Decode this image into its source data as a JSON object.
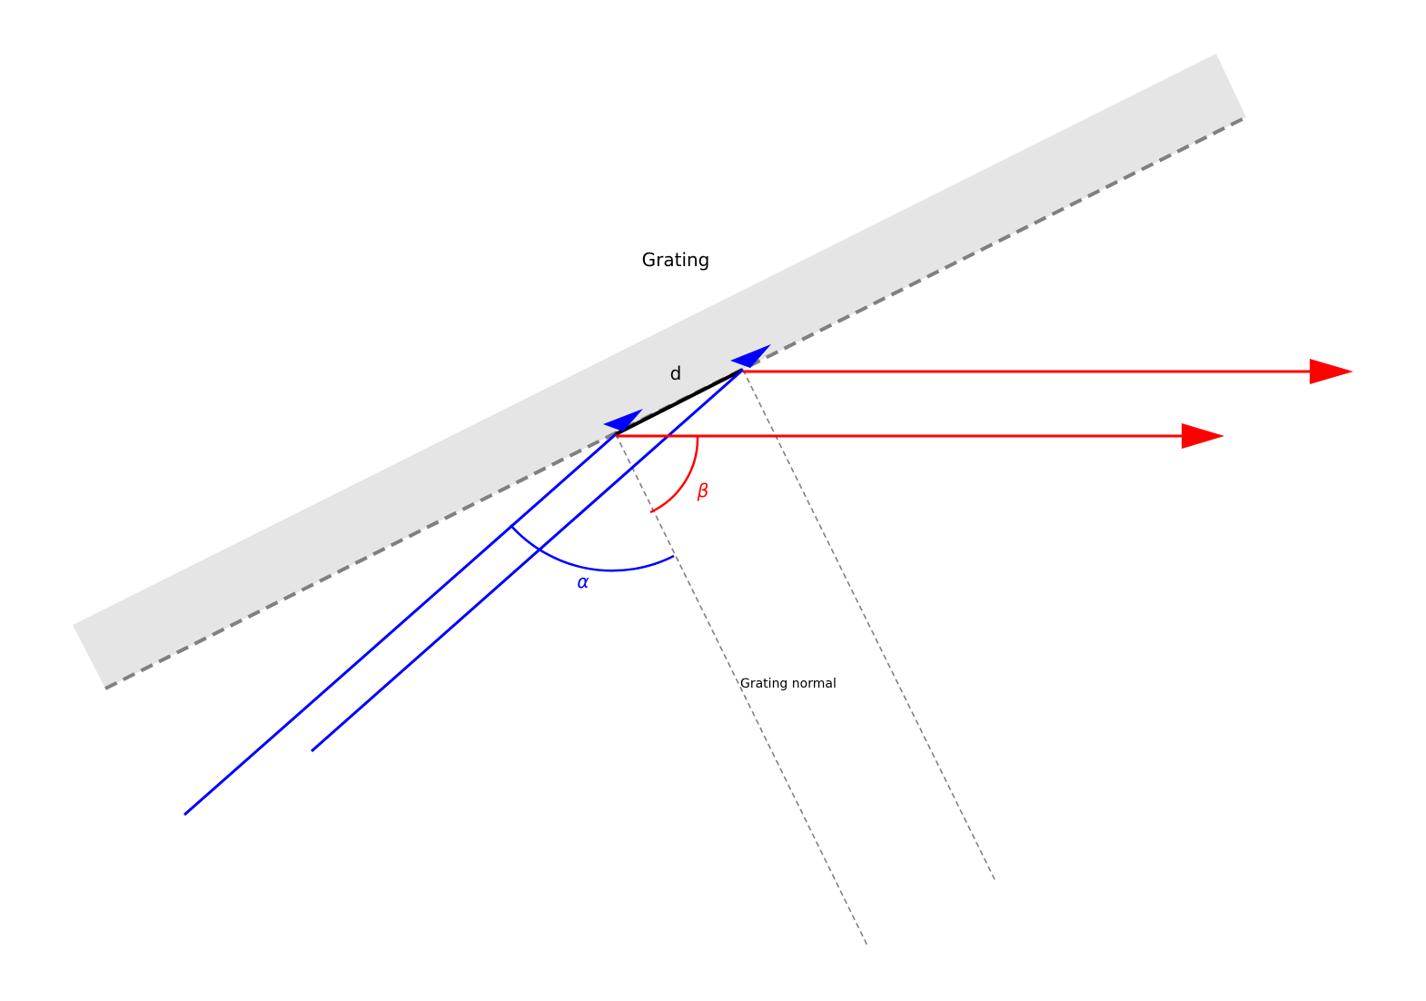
{
  "labels": {
    "grating": "Grating",
    "spacing": "d",
    "normal": "Grating normal",
    "alpha": "α",
    "beta": "β"
  },
  "colors": {
    "grating_fill": "#e5e5e5",
    "grating_surface": "#808080",
    "incident": "#0000ff",
    "diffracted": "#ff0000",
    "spacing": "#000000",
    "normal": "#808080"
  }
}
